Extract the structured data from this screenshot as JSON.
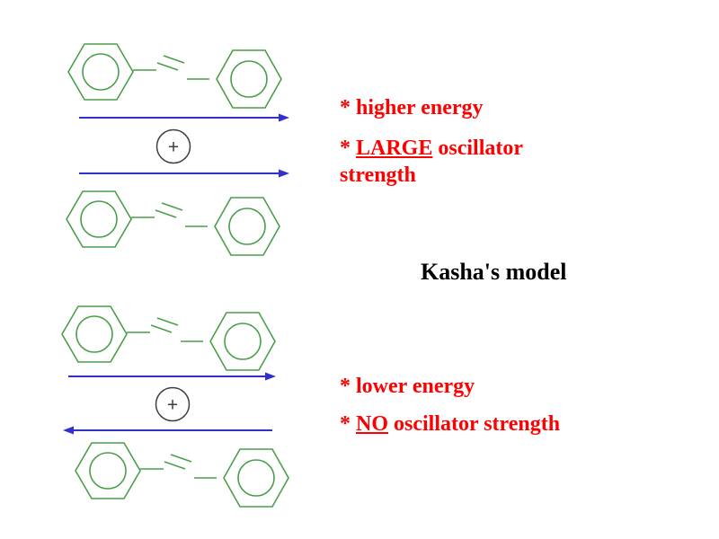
{
  "slide": {
    "title": "Kasha's model",
    "plus": "+",
    "upper": {
      "line1": "* higher energy",
      "line2_prefix": "* ",
      "line2_word": "LARGE",
      "line2_suffix": " oscillator strength",
      "dipole_arrows": [
        "right",
        "right"
      ],
      "combination_symbol": "+"
    },
    "lower": {
      "line1": "* lower energy",
      "line2_prefix": "* ",
      "line2_word": "NO",
      "line2_suffix": " oscillator strength",
      "dipole_arrows": [
        "right",
        "left"
      ],
      "combination_symbol": "+"
    },
    "colors": {
      "molecule_green": "#4a9e4a",
      "arrow_blue": "#3030cc",
      "annotation_red": "#ff0000",
      "title_black": "#000000",
      "plus_circle_gray": "#3f3f3f"
    }
  }
}
